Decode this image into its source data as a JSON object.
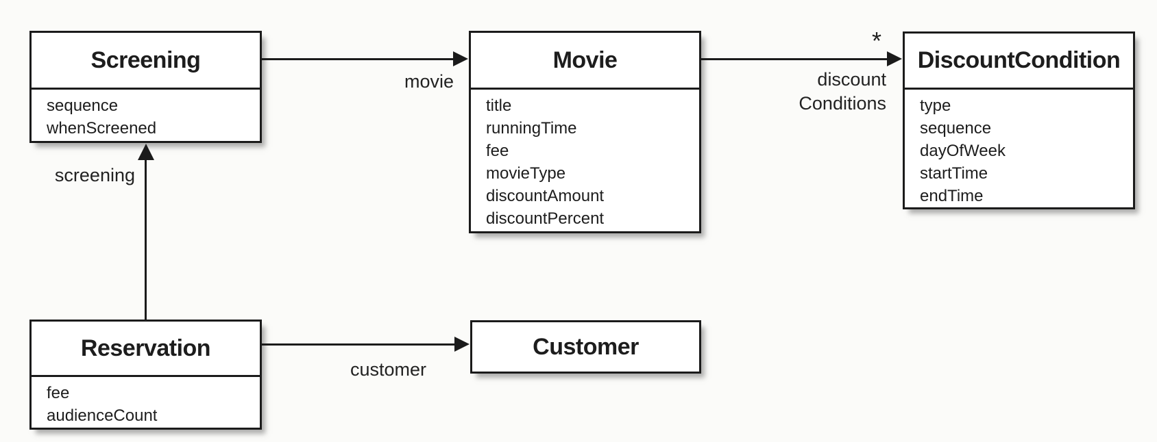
{
  "colors": {
    "ink": "#1b1b1b",
    "paper": "#fbfbf9",
    "box_fill": "#ffffff"
  },
  "classes": [
    {
      "name": "Screening",
      "attributes": [
        "sequence",
        "whenScreened"
      ]
    },
    {
      "name": "Movie",
      "attributes": [
        "title",
        "runningTime",
        "fee",
        "movieType",
        "discountAmount",
        "discountPercent"
      ]
    },
    {
      "name": "DiscountCondition",
      "attributes": [
        "type",
        "sequence",
        "dayOfWeek",
        "startTime",
        "endTime"
      ]
    },
    {
      "name": "Reservation",
      "attributes": [
        "fee",
        "audienceCount"
      ]
    },
    {
      "name": "Customer",
      "attributes": []
    }
  ],
  "associations": [
    {
      "from": "Screening",
      "to": "Movie",
      "label": "movie",
      "multiplicity": ""
    },
    {
      "from": "Movie",
      "to": "DiscountCondition",
      "label": "discount\nConditions",
      "multiplicity": "*"
    },
    {
      "from": "Reservation",
      "to": "Screening",
      "label": "screening",
      "multiplicity": ""
    },
    {
      "from": "Reservation",
      "to": "Customer",
      "label": "customer",
      "multiplicity": ""
    }
  ]
}
